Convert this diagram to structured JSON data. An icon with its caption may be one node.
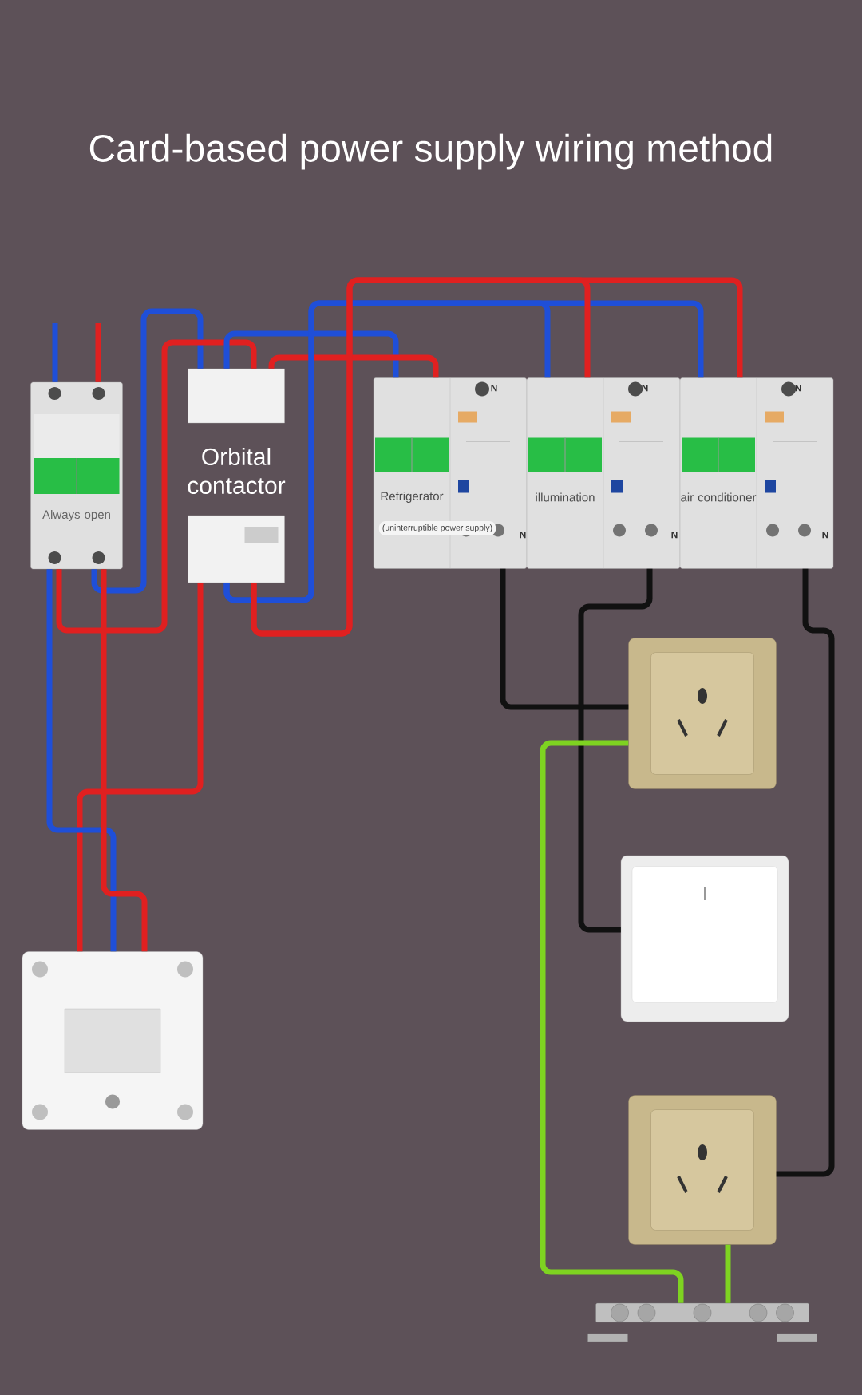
{
  "diagram": {
    "title": "Card-based power supply wiring method",
    "nodes": [
      {
        "text": [
          "Always open"
        ]
      },
      {
        "text": [
          "Orbital contactor"
        ]
      },
      {
        "text": [
          "Refrigerator",
          "(uninterruptible power supply)"
        ]
      },
      {
        "text": [
          "illumination"
        ]
      },
      {
        "text": [
          "air conditioner"
        ]
      },
      {
        "text": [],
        "shape": "box"
      },
      {
        "text": [],
        "shape": "box"
      },
      {
        "text": [],
        "shape": "box"
      },
      {
        "text": [],
        "shape": "box"
      },
      {
        "text": [],
        "shape": "bar"
      }
    ],
    "edges": [
      {
        "from": null,
        "to": 0,
        "arrow": "none",
        "color": "#1f4fd8"
      },
      {
        "from": null,
        "to": 0,
        "arrow": "none",
        "color": "#e02020"
      },
      {
        "from": 0,
        "to": 1,
        "arrow": "none",
        "color": "#1f4fd8"
      },
      {
        "from": 0,
        "to": 1,
        "arrow": "none",
        "color": "#e02020"
      },
      {
        "from": 1,
        "to": 2,
        "arrow": "none",
        "color": "#1f4fd8"
      },
      {
        "from": 1,
        "to": 2,
        "arrow": "none",
        "color": "#e02020"
      },
      {
        "from": 5,
        "to": 1,
        "arrow": "none",
        "color": "#e02020"
      },
      {
        "from": 0,
        "to": 5,
        "arrow": "none",
        "color": "#1f4fd8"
      },
      {
        "from": 0,
        "to": 5,
        "arrow": "none",
        "color": "#e02020"
      },
      {
        "from": 1,
        "to": 3,
        "arrow": "none",
        "color": "#1f4fd8"
      },
      {
        "from": 1,
        "to": 4,
        "arrow": "none",
        "color": "#1f4fd8"
      },
      {
        "from": 1,
        "to": 3,
        "arrow": "none",
        "color": "#e02020"
      },
      {
        "from": 1,
        "to": 4,
        "arrow": "none",
        "color": "#e02020"
      },
      {
        "from": 2,
        "to": 6,
        "arrow": "none",
        "color": "#111111"
      },
      {
        "from": 3,
        "to": 7,
        "arrow": "none",
        "color": "#111111"
      },
      {
        "from": 4,
        "to": 8,
        "arrow": "none",
        "color": "#111111"
      },
      {
        "from": 6,
        "to": 9,
        "arrow": "none",
        "color": "#7ed321"
      },
      {
        "from": 8,
        "to": 9,
        "arrow": "none",
        "color": "#7ed321"
      }
    ],
    "labels": [
      "N",
      "N",
      "N",
      "N",
      "N",
      "N"
    ]
  }
}
